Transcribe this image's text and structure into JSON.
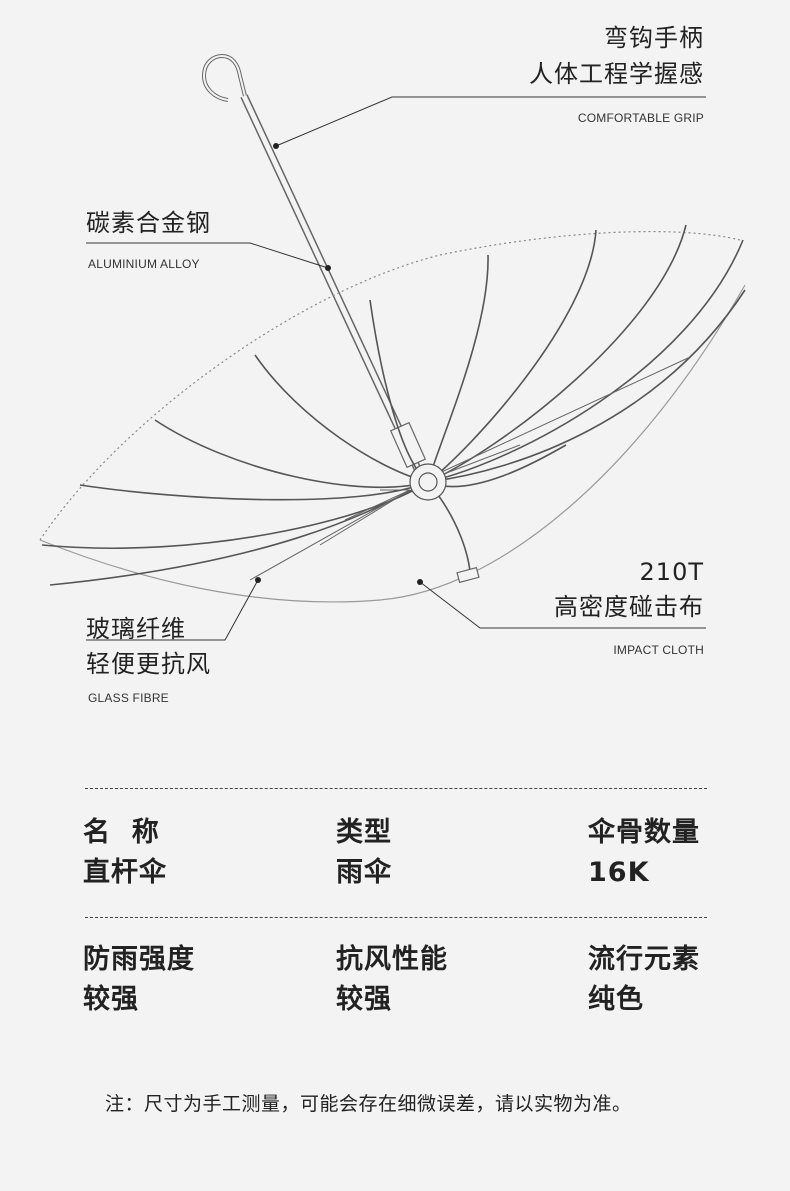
{
  "grip": {
    "title1": "弯钩手柄",
    "title2": "人体工程学握感",
    "en": "COMFORTABLE GRIP"
  },
  "shaft": {
    "title": "碳素合金钢",
    "en": "ALUMINIUM ALLOY"
  },
  "cloth": {
    "title1": "210T",
    "title2": "高密度碰击布",
    "en": "IMPACT CLOTH"
  },
  "ribs": {
    "title1": "玻璃纤维",
    "title2": "轻便更抗风",
    "en": "GLASS FIBRE"
  },
  "specs": {
    "row1": [
      {
        "key": "名  称",
        "value": "直杆伞"
      },
      {
        "key": "类型",
        "value": "雨伞"
      },
      {
        "key": "伞骨数量",
        "value": "16K"
      }
    ],
    "row2": [
      {
        "key": "防雨强度",
        "value": "较强"
      },
      {
        "key": "抗风性能",
        "value": "较强"
      },
      {
        "key": "流行元素",
        "value": "纯色"
      }
    ]
  },
  "note": "注：尺寸为手工测量，可能会存在细微误差，请以实物为准。",
  "colors": {
    "background": "#f3f3f3",
    "text": "#222222",
    "line": "#333333"
  }
}
